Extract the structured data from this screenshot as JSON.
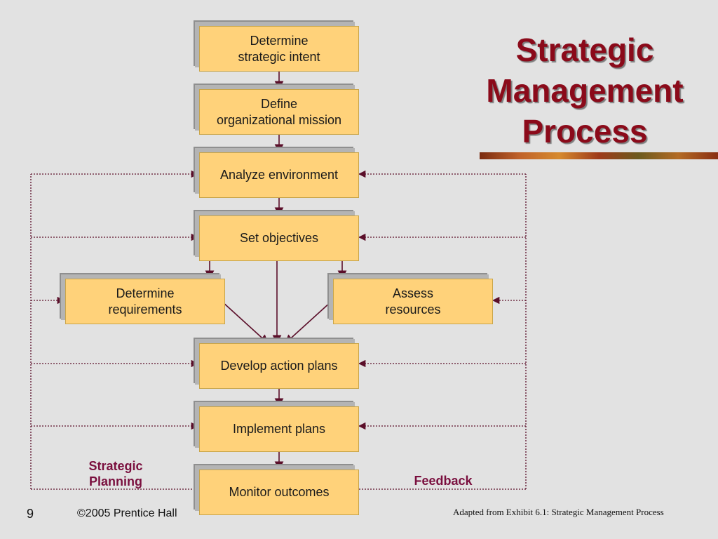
{
  "title": [
    "Strategic",
    "Management",
    "Process"
  ],
  "boxes": {
    "intent": "Determine\nstrategic intent",
    "mission": "Define\norganizational mission",
    "environment": "Analyze environment",
    "objectives": "Set objectives",
    "requirements": "Determine\nrequirements",
    "resources": "Assess\nresources",
    "action_plans": "Develop action plans",
    "implement": "Implement plans",
    "monitor": "Monitor outcomes"
  },
  "labels": {
    "strategic_planning": "Strategic\nPlanning",
    "feedback": "Feedback"
  },
  "footer": {
    "page_number": "9",
    "copyright": "©2005 Prentice Hall",
    "source": "Adapted from Exhibit 6.1: Strategic Management Process"
  },
  "colors": {
    "background": "#e2e2e2",
    "box_fill": "#ffd27a",
    "title": "#8b0a1a",
    "arrow": "#5b0f2a",
    "label": "#7a0f3e"
  }
}
